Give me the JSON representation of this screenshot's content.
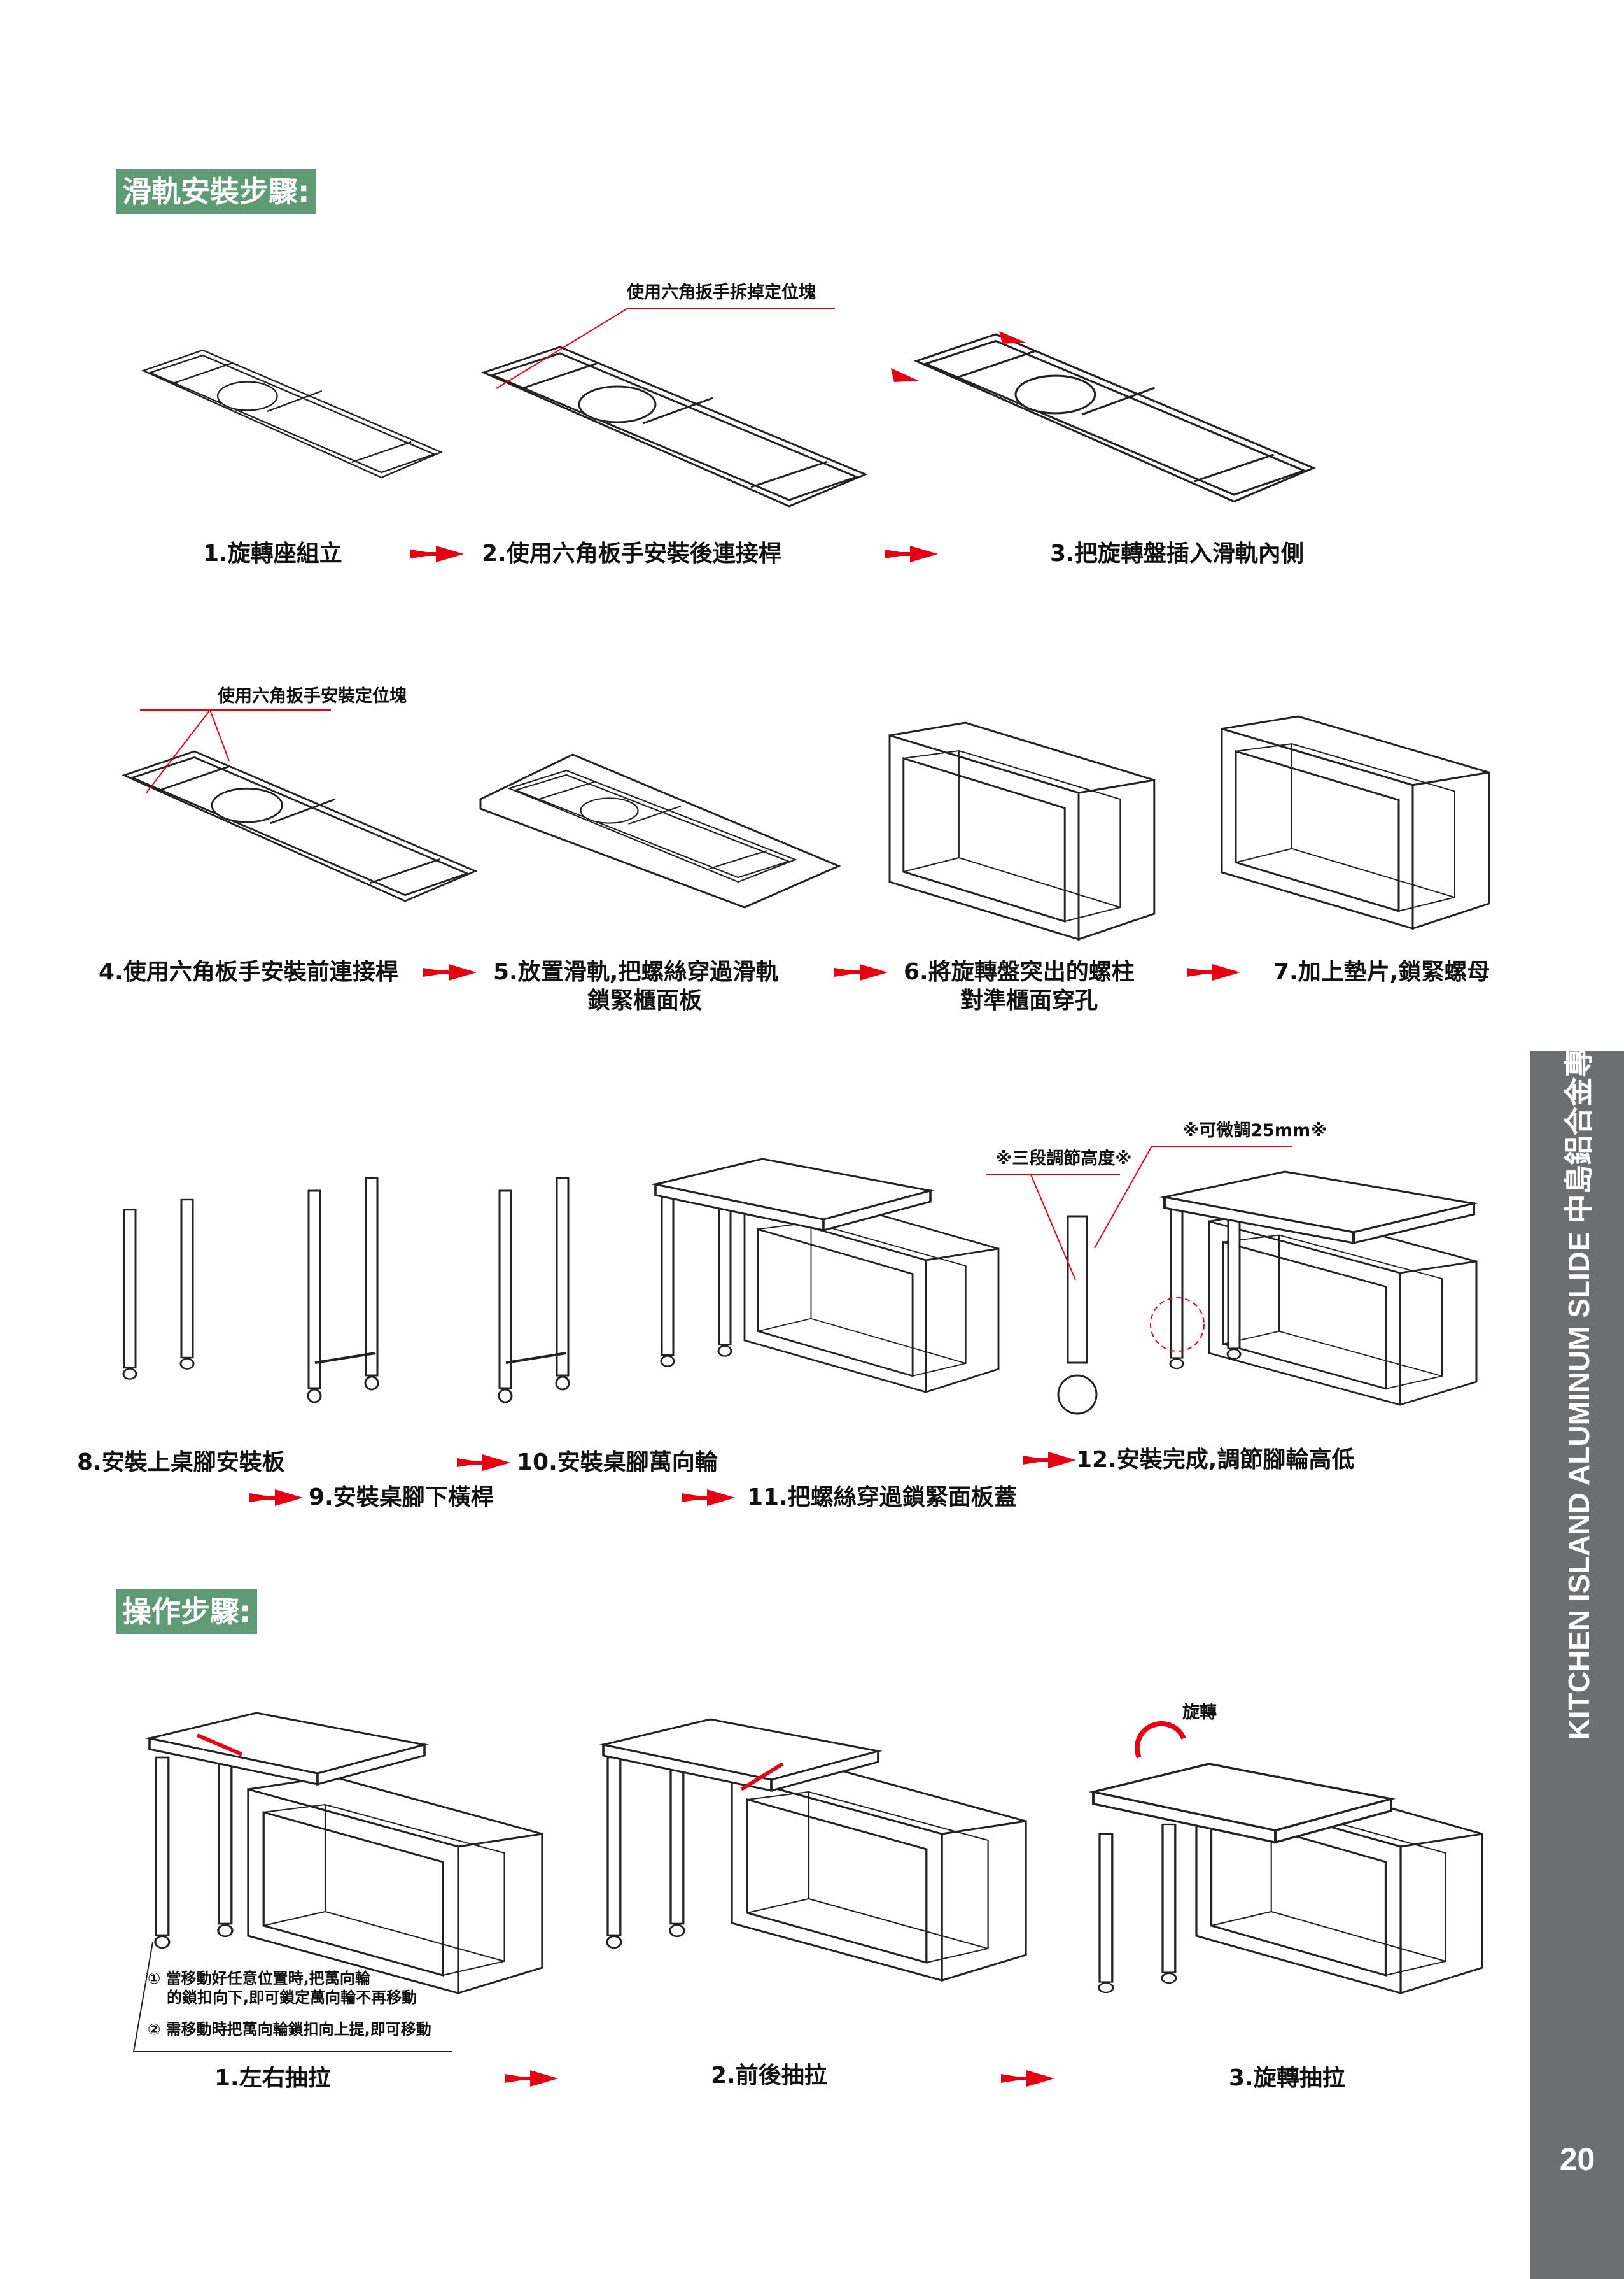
{
  "sections": {
    "install_title": "滑軌安裝步驟:",
    "operate_title": "操作步驟:"
  },
  "annotations": {
    "remove_block": "使用六角扳手拆掉定位塊",
    "install_block": "使用六角扳手安裝定位塊",
    "fine_adjust": "※可微調25mm※",
    "three_stage": "※三段調節高度※",
    "rotate": "旋轉"
  },
  "install_steps": [
    {
      "label": "1.旋轉座組立"
    },
    {
      "label": "2.使用六角板手安裝後連接桿"
    },
    {
      "label": "3.把旋轉盤插入滑軌內側"
    },
    {
      "label": "4.使用六角板手安裝前連接桿"
    },
    {
      "label": "5.放置滑軌,把螺絲穿過滑軌",
      "label2": "鎖緊櫃面板"
    },
    {
      "label": "6.將旋轉盤突出的螺柱",
      "label2": "對準櫃面穿孔"
    },
    {
      "label": "7.加上墊片,鎖緊螺母"
    },
    {
      "label": "8.安裝上桌腳安裝板"
    },
    {
      "label": "9.安裝桌腳下橫桿"
    },
    {
      "label": "10.安裝桌腳萬向輪"
    },
    {
      "label": "11.把螺絲穿過鎖緊面板蓋"
    },
    {
      "label": "12.安裝完成,調節腳輪高低"
    }
  ],
  "caster_notes": {
    "note1_line1": "① 當移動好任意位置時,把萬向輪",
    "note1_line2": "的鎖扣向下,即可鎖定萬向輪不再移動",
    "note2": "② 需移動時把萬向輪鎖扣向上提,即可移動"
  },
  "operate_steps": [
    {
      "label": "1.左右抽拉"
    },
    {
      "label": "2.前後抽拉"
    },
    {
      "label": "3.旋轉抽拉"
    }
  ],
  "sidebar": {
    "title": "KITCHEN ISLAND ALUMINUM SLIDE 中島鋁合金專用滑軌",
    "page_number": "20"
  },
  "colors": {
    "accent_green": "#5e9b75",
    "arrow_red": "#e60012",
    "sidebar_gray": "#6d6e70"
  }
}
